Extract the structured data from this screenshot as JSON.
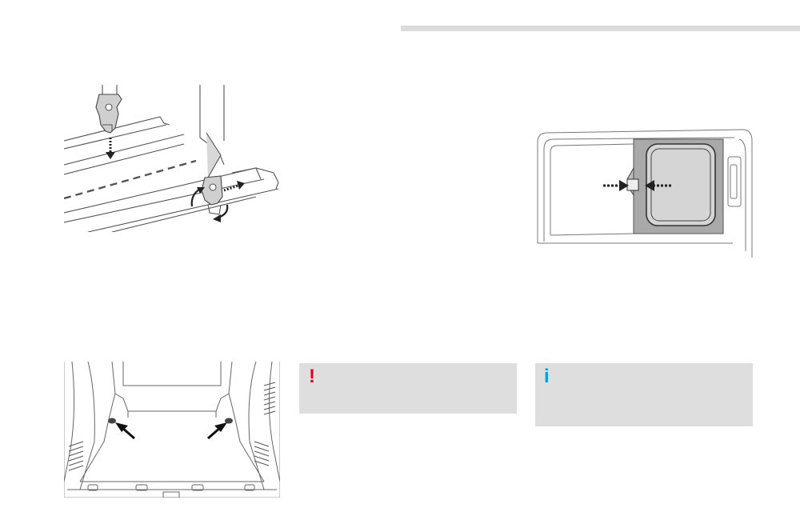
{
  "page": {
    "warning_box": {
      "symbol": "!",
      "color": "#e3001b"
    },
    "info_box": {
      "symbol": "i",
      "color": "#00a0e1"
    }
  },
  "figures": [
    {
      "name": "seat-belt-strap-fastening-illustration",
      "icons": [
        "down-arrow-icon",
        "rotate-arrow-icon",
        "slide-arrow-icon"
      ]
    },
    {
      "name": "side-window-latch-illustration",
      "icons": [
        "press-right-arrow-icon",
        "press-left-arrow-icon"
      ]
    },
    {
      "name": "cargo-floor-anchor-points-illustration",
      "icons": [
        "anchor-arrow-icon"
      ]
    }
  ]
}
